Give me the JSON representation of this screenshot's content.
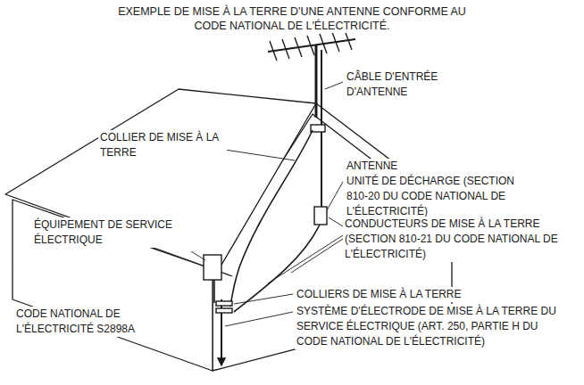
{
  "diagram": {
    "title": "EXEMPLE DE MISE À LA TERRE D'UNE ANTENNE CONFORME AU CODE NATIONAL DE L'ÉLECTRICITÉ.",
    "labels": [
      "CÂBLE D'ENTRÉE D'ANTENNE",
      "COLLIER DE MISE À LA TERRE",
      "ANTENNE",
      "UNITÉ DE DÉCHARGE (SECTION 810-20 DU CODE NATIONAL DE L'ÉLECTRICITÉ)",
      "CONDUCTEURS DE MISE À LA TERRE (SECTION 810-21 DU CODE NATIONAL DE L'ÉLECTRICITÉ)",
      "ÉQUIPEMENT DE SERVICE ÉLECTRIQUE",
      "COLLIERS DE MISE À LA TERRE",
      "CODE NATIONAL DE L'ÉLECTRICITÉ S2898A",
      "SYSTÈME D'ÉLECTRODE DE MISE À LA TERRE DU SERVICE ÉLECTRIQUE (ART. 250, PARTIE H DU CODE NATIONAL DE L'ÉLECTRICITÉ)"
    ]
  }
}
